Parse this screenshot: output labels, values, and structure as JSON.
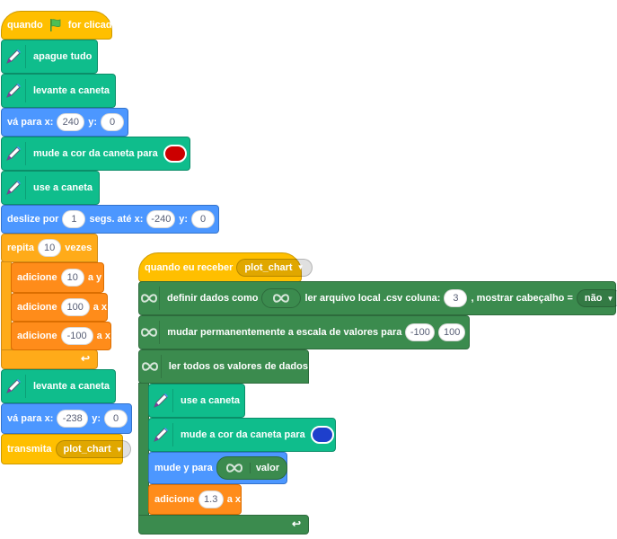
{
  "script1": {
    "hat": {
      "prefix": "quando",
      "suffix": "for clicado",
      "icon": "green-flag-icon"
    },
    "erase": {
      "label": "apague tudo",
      "icon": "pen-icon"
    },
    "pen_up_1": {
      "label": "levante a caneta"
    },
    "goto_1": {
      "label": "vá para x:",
      "x": "240",
      "ylabel": "y:",
      "y": "0"
    },
    "set_color": {
      "label": "mude a cor da caneta para",
      "color": "#CC0000"
    },
    "pen_down": {
      "label": "use a caneta"
    },
    "glide": {
      "label": "deslize por",
      "secs": "1",
      "mid": "segs. até x:",
      "x": "-240",
      "ylabel": "y:",
      "y": "0"
    },
    "repeat": {
      "label": "repita",
      "count": "10",
      "suffix": "vezes"
    },
    "add_1": {
      "label": "adicione",
      "value": "10",
      "suffix": "a y"
    },
    "add_2": {
      "label": "adicione",
      "value": "100",
      "suffix": "a x"
    },
    "add_3": {
      "label": "adicione",
      "value": "-100",
      "suffix": "a x"
    },
    "pen_up_2": {
      "label": "levante a caneta"
    },
    "goto_2": {
      "label": "vá para x:",
      "x": "-238",
      "ylabel": "y:",
      "y": "0"
    },
    "broadcast": {
      "label": "transmita",
      "message": "plot_chart"
    }
  },
  "script2": {
    "hat": {
      "label": "quando eu receber",
      "message": "plot_chart"
    },
    "define": {
      "label": "definir dados como",
      "reader": "ler arquivo local .csv coluna:",
      "column": "3",
      "header_label": ", mostrar cabeçalho =",
      "header_value": "não"
    },
    "scale": {
      "label": "mudar permanentemente a escala de valores para",
      "min": "-100",
      "max": "100"
    },
    "read_all": {
      "label": "ler todos os valores de dados"
    },
    "pen_down": {
      "label": "use a caneta"
    },
    "set_color": {
      "label": "mude a cor da caneta para",
      "color": "#1E3FCC"
    },
    "change_y": {
      "label": "mude y para",
      "reporter_suffix": "valor"
    },
    "add_x": {
      "label": "adicione",
      "value": "1.3",
      "suffix": "a x"
    }
  },
  "colors": {
    "events": "#FFBF00",
    "control": "#FFAB19",
    "pen": "#0FBD8C",
    "motion": "#4C97FF",
    "variables": "#FF8C1A",
    "extension": "#3B8B4E"
  },
  "icons": [
    "green-flag-icon",
    "pen-icon",
    "infinity-icon",
    "loop-arrow-icon",
    "dropdown-arrow-icon"
  ]
}
